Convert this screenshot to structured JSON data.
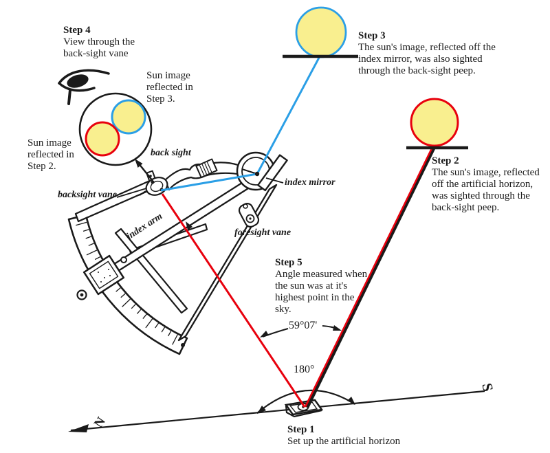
{
  "colors": {
    "sun_fill": "#F9EF8F",
    "sky_ray_blue": "#2B9FE6",
    "sun_ray_red": "#E8000D",
    "ink": "#1A1A1A"
  },
  "steps": {
    "step1": {
      "title": "Step 1",
      "lines": [
        "Set up the artificial horizon"
      ]
    },
    "step2": {
      "title": "Step 2",
      "lines": [
        "The sun's image, reflected",
        "off the artificial horizon,",
        "was sighted through the",
        "back-sight peep."
      ]
    },
    "step3": {
      "title": "Step 3",
      "lines": [
        "The sun's image, reflected off the",
        "index mirror, was also sighted",
        "through the back-sight peep."
      ]
    },
    "step4": {
      "title": "Step 4",
      "lines": [
        "View through the",
        "back-sight vane"
      ]
    },
    "step5": {
      "title": "Step 5",
      "lines": [
        "Angle measured when",
        "the sun was at it's",
        "highest point in the",
        "sky."
      ]
    }
  },
  "annotations": {
    "sun_image_step3": {
      "lines": [
        "Sun image",
        "reflected in",
        "Step 3."
      ]
    },
    "sun_image_step2": {
      "lines": [
        "Sun image",
        "reflected in",
        "Step 2."
      ]
    }
  },
  "instrument_labels": {
    "back_sight": "back sight",
    "index_mirror": "index mirror",
    "backsight_vane": "backsight vane",
    "index_arm": "index arm",
    "foresight_vane": "foresight vane"
  },
  "angles": {
    "measured": "59°07'",
    "straight": "180°"
  },
  "compass": {
    "north": "N",
    "south": "S"
  }
}
